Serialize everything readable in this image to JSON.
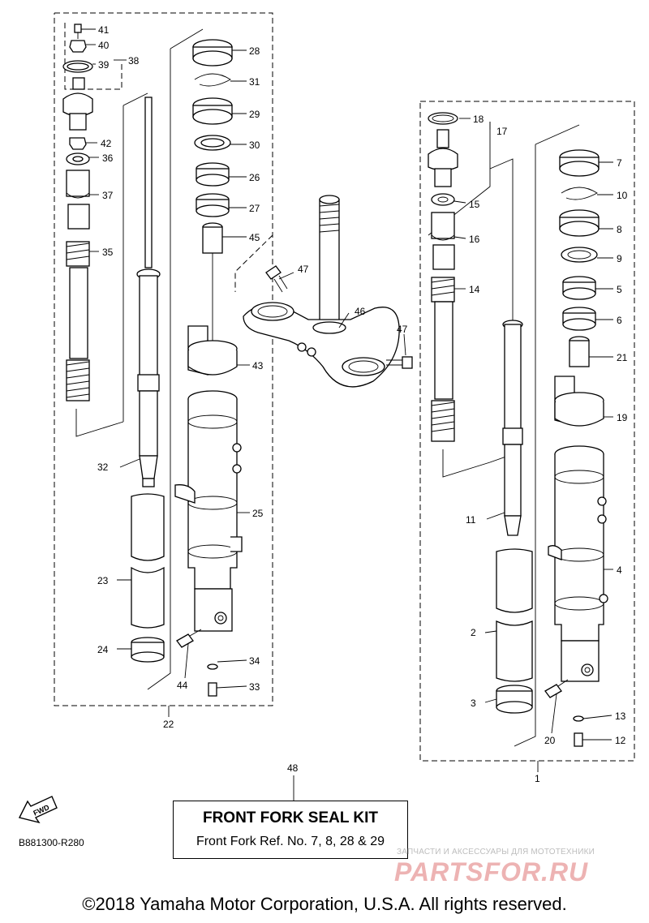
{
  "callouts": {
    "p1": "1",
    "p2": "2",
    "p3": "3",
    "p4": "4",
    "p5": "5",
    "p6": "6",
    "p7": "7",
    "p8": "8",
    "p9": "9",
    "p10": "10",
    "p11": "11",
    "p12": "12",
    "p13": "13",
    "p14": "14",
    "p15": "15",
    "p16": "16",
    "p17": "17",
    "p18": "18",
    "p19": "19",
    "p20": "20",
    "p21": "21",
    "p22": "22",
    "p23": "23",
    "p24": "24",
    "p25": "25",
    "p26": "26",
    "p27": "27",
    "p28": "28",
    "p29": "29",
    "p30": "30",
    "p31": "31",
    "p32": "32",
    "p33": "33",
    "p34": "34",
    "p35": "35",
    "p36": "36",
    "p37": "37",
    "p38": "38",
    "p39": "39",
    "p40": "40",
    "p41": "41",
    "p42": "42",
    "p43": "43",
    "p44": "44",
    "p45": "45",
    "p46": "46",
    "p47a": "47",
    "p47b": "47",
    "p48": "48"
  },
  "kit": {
    "title": "FRONT FORK SEAL KIT",
    "subtitle": "Front Fork Ref. No. 7, 8, 28 & 29"
  },
  "fwd_label": "FWD",
  "drawing_code": "B881300-R280",
  "watermark": {
    "tagline": "ЗАПЧАСТИ И АКСЕССУАРЫ ДЛЯ МОТОТЕХНИКИ",
    "logo": "PARTSFOR.RU"
  },
  "copyright": "©2018 Yamaha Motor Corporation, U.S.A. All rights reserved."
}
